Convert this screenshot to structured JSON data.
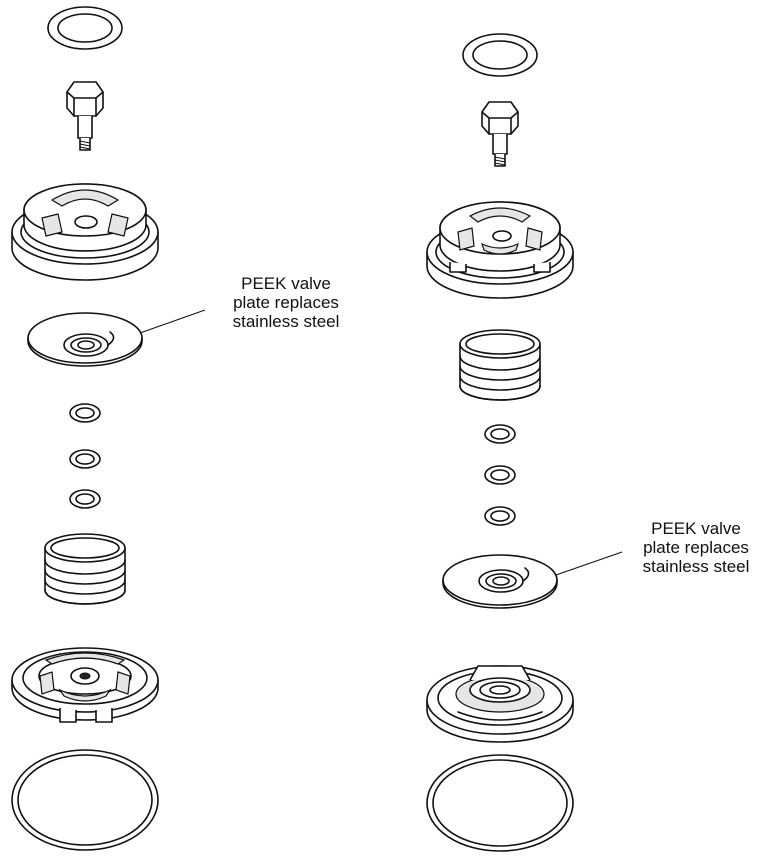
{
  "diagram": {
    "left_assembly": {
      "callout": {
        "line1": "PEEK valve",
        "line2": "plate replaces",
        "line3": "stainless steel"
      }
    },
    "right_assembly": {
      "callout": {
        "line1": "PEEK valve",
        "line2": "plate replaces",
        "line3": "stainless steel"
      }
    },
    "colors": {
      "line": "#111111",
      "background": "#ffffff",
      "shade": "#e6e6e6"
    }
  }
}
